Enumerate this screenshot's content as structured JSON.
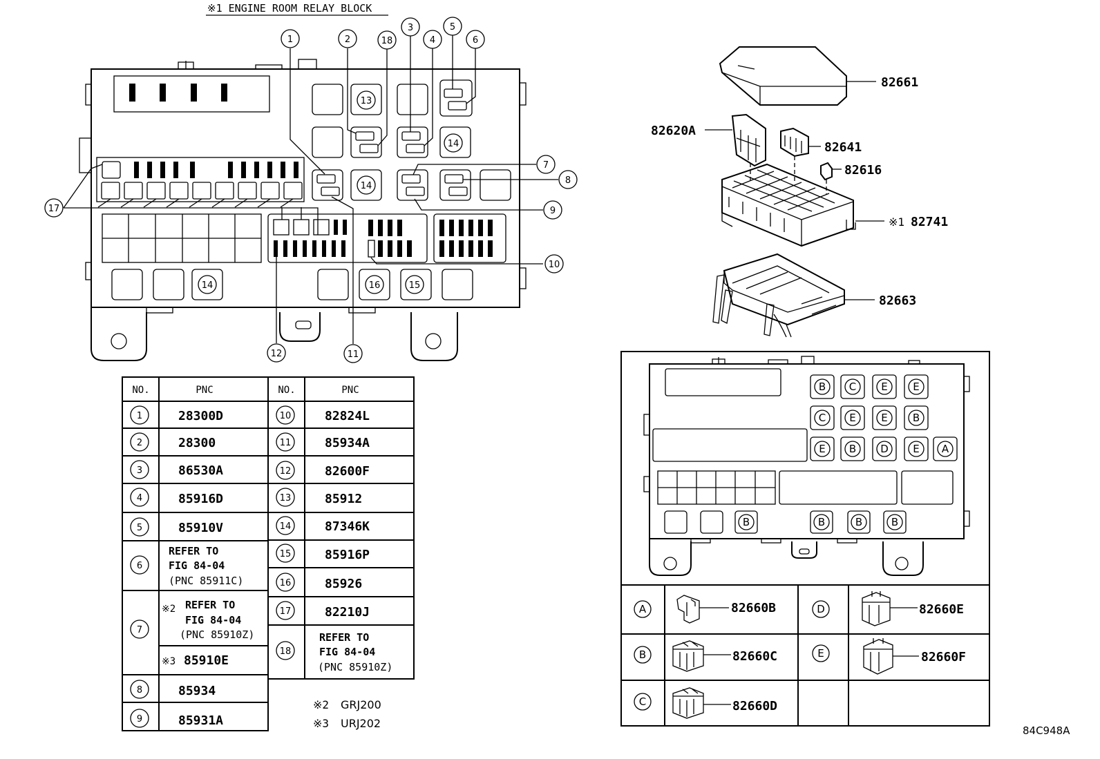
{
  "title": "※1 ENGINE ROOM RELAY BLOCK",
  "figure_code": "84C948A",
  "callouts": [
    "1",
    "2",
    "3",
    "4",
    "5",
    "6",
    "7",
    "8",
    "9",
    "10",
    "11",
    "12",
    "13",
    "14",
    "15",
    "16",
    "17",
    "18"
  ],
  "exploded_parts": {
    "cover": "82661",
    "relay_holder": "82620A",
    "fuse_holder": "82641",
    "fuse": "82616",
    "relay_block_mark": "※1",
    "relay_block": "82741",
    "lower_case": "82663"
  },
  "pnc_table": {
    "header_no": "NO.",
    "header_pnc": "PNC",
    "left": [
      {
        "no": "1",
        "pnc": "28300D"
      },
      {
        "no": "2",
        "pnc": "28300"
      },
      {
        "no": "3",
        "pnc": "86530A"
      },
      {
        "no": "4",
        "pnc": "85916D"
      },
      {
        "no": "5",
        "pnc": "85910V"
      },
      {
        "no": "6",
        "lines": [
          "REFER TO",
          "FIG 84-04",
          "(PNC 85911C)"
        ]
      },
      {
        "no": "7",
        "mark_a": "※2",
        "lines_a": [
          "REFER TO",
          "FIG 84-04",
          "(PNC 85910Z)"
        ],
        "mark_b": "※3",
        "pnc_b": "85910E"
      },
      {
        "no": "8",
        "pnc": "85934"
      },
      {
        "no": "9",
        "pnc": "85931A"
      }
    ],
    "right": [
      {
        "no": "10",
        "pnc": "82824L"
      },
      {
        "no": "11",
        "pnc": "85934A"
      },
      {
        "no": "12",
        "pnc": "82600F"
      },
      {
        "no": "13",
        "pnc": "85912"
      },
      {
        "no": "14",
        "pnc": "87346K"
      },
      {
        "no": "15",
        "pnc": "85916P"
      },
      {
        "no": "16",
        "pnc": "85926"
      },
      {
        "no": "17",
        "pnc": "82210J"
      },
      {
        "no": "18",
        "lines": [
          "REFER TO",
          "FIG 84-04",
          "(PNC 85910Z)"
        ]
      }
    ]
  },
  "notes": [
    {
      "mark": "※2",
      "text": "GRJ200"
    },
    {
      "mark": "※3",
      "text": "URJ202"
    }
  ],
  "sockets": {
    "top_rows": [
      [
        "B",
        "C",
        "E",
        "E"
      ],
      [
        "C",
        "E",
        "E",
        "B"
      ],
      [
        "E",
        "B",
        "D",
        "E",
        "A"
      ]
    ],
    "bottom_row": [
      "B",
      "B",
      "B",
      "B"
    ]
  },
  "socket_legend": [
    {
      "key": "A",
      "pnc": "82660B"
    },
    {
      "key": "B",
      "pnc": "82660C"
    },
    {
      "key": "C",
      "pnc": "82660D"
    },
    {
      "key": "D",
      "pnc": "82660E"
    },
    {
      "key": "E",
      "pnc": "82660F"
    }
  ]
}
